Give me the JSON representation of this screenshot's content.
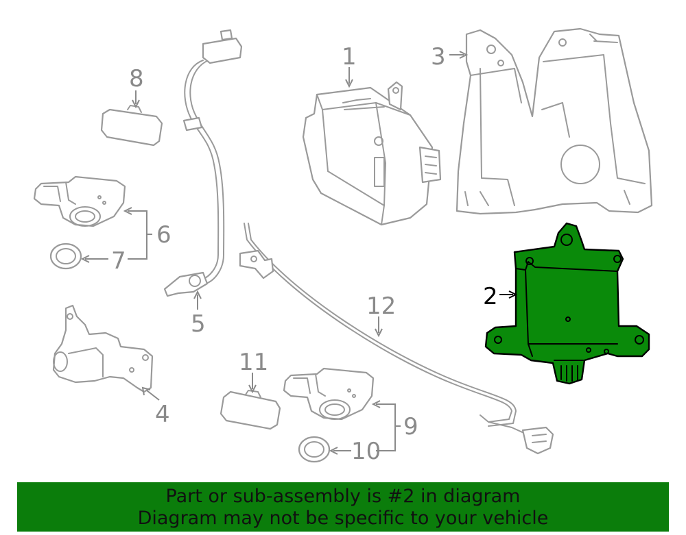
{
  "diagram": {
    "callouts": {
      "c1": "1",
      "c2": "2",
      "c3": "3",
      "c4": "4",
      "c5": "5",
      "c6": "6",
      "c7": "7",
      "c8": "8",
      "c9": "9",
      "c10": "10",
      "c11": "11",
      "c12": "12"
    },
    "highlighted_part": "2",
    "highlight_color": "#0a8a0a"
  },
  "banner": {
    "line1": "Part or sub-assembly is #2 in diagram",
    "line2": "Diagram may not be specific to your vehicle",
    "background_color": "#0b7d0b"
  }
}
